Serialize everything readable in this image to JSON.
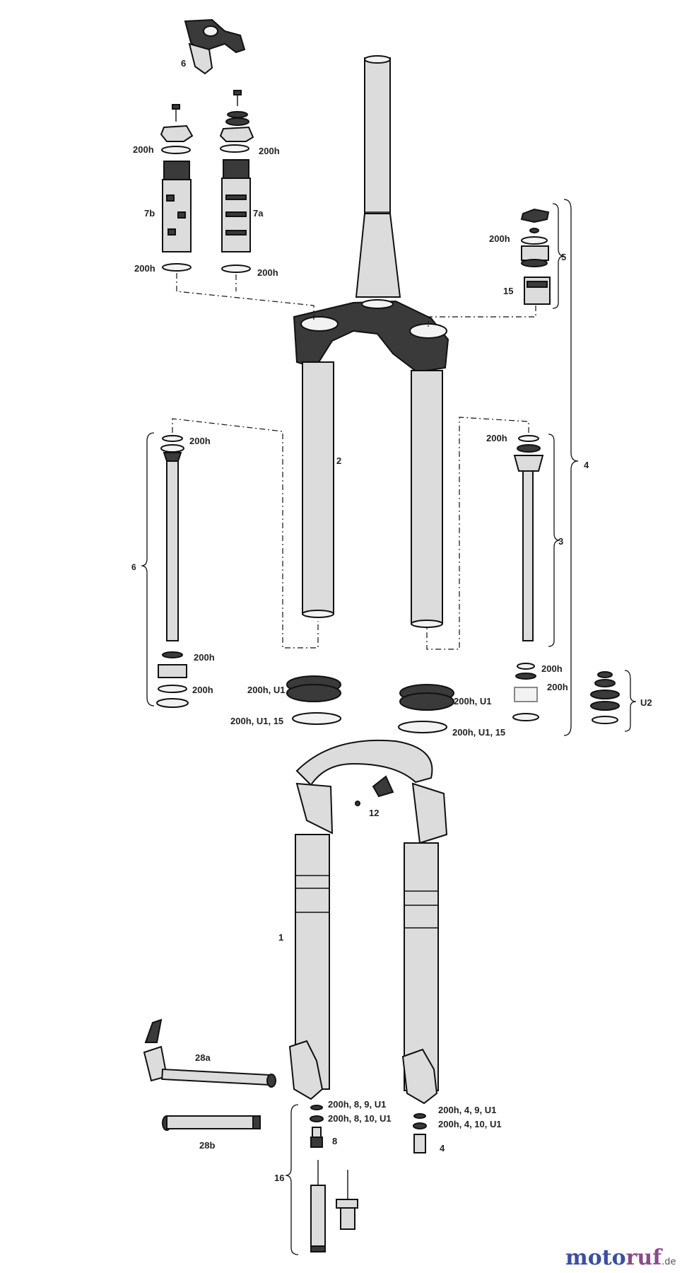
{
  "labels": {
    "l_6_top": "6",
    "l_200h_1": "200h",
    "l_200h_2": "200h",
    "l_7b": "7b",
    "l_7a": "7a",
    "l_200h_3": "200h",
    "l_200h_4": "200h",
    "l_200h_5": "200h",
    "l_5": "5",
    "l_15": "15",
    "l_4": "4",
    "l_2": "2",
    "l_200h_6": "200h",
    "l_200h_7": "200h",
    "l_6_left": "6",
    "l_3": "3",
    "l_200h_8": "200h",
    "l_200h_9": "200h",
    "l_200h_10": "200h",
    "l_200h_11": "200h",
    "l_seal_l1": "200h, U1",
    "l_seal_l2": "200h, U1, 15",
    "l_seal_r1": "200h, U1",
    "l_seal_r2": "200h, U1, 15",
    "l_u2": "U2",
    "l_12": "12",
    "l_1": "1",
    "l_28a": "28a",
    "l_28b": "28b",
    "l_bot_l1": "200h, 8, 9, U1",
    "l_bot_l2": "200h, 8, 10, U1",
    "l_8": "8",
    "l_16": "16",
    "l_bot_r1": "200h, 4, 9, U1",
    "l_bot_r2": "200h, 4, 10, U1",
    "l_4_bot": "4"
  },
  "watermark": {
    "brand_a": "moto",
    "brand_b": "ruf",
    "tld": ".de",
    "color_a": "#3b4fa0",
    "color_b": "#8a4a8a"
  }
}
